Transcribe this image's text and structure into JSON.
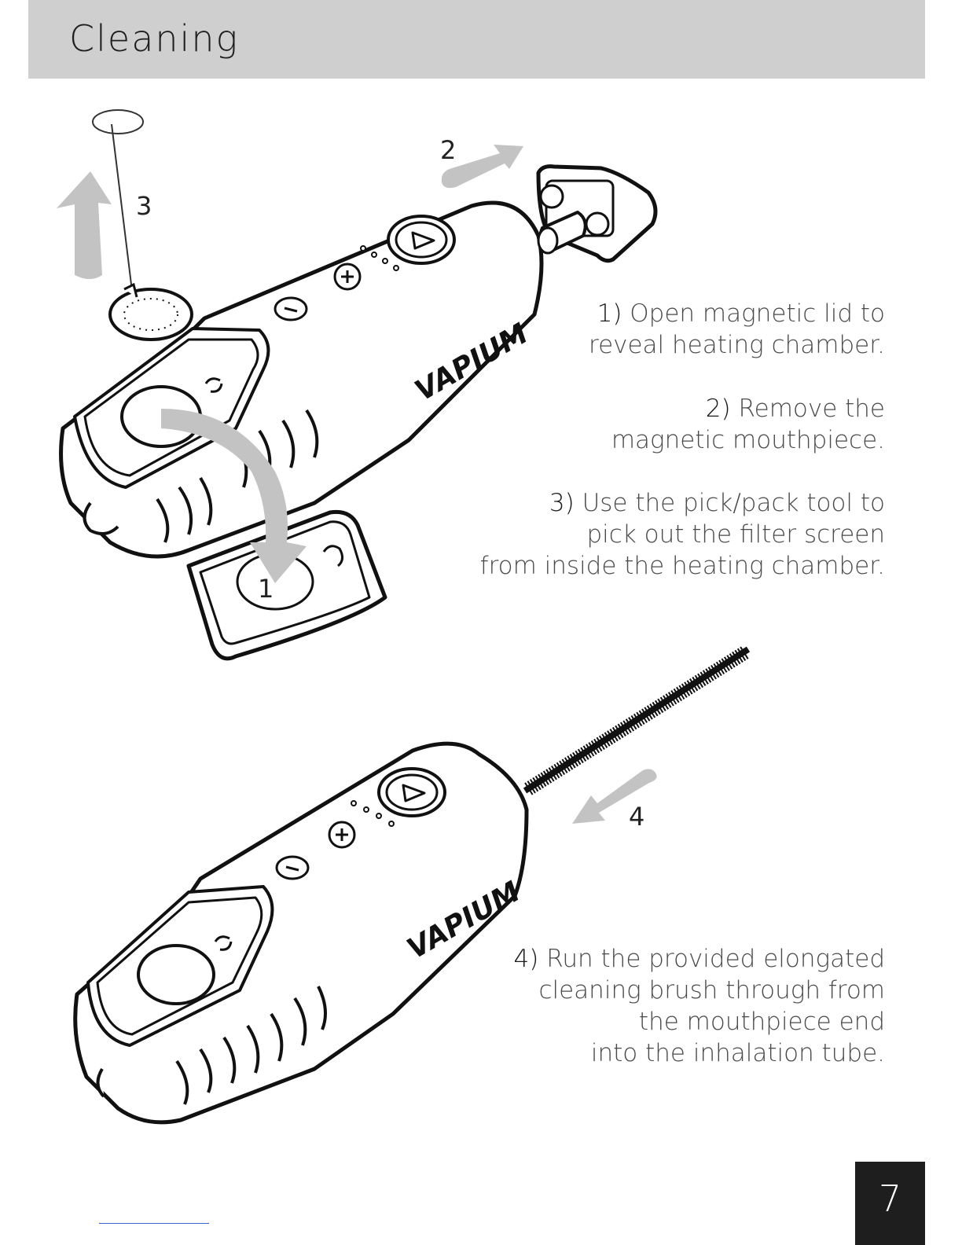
{
  "header": {
    "title": "Cleaning"
  },
  "brand": {
    "logo_text": "VAPIUM"
  },
  "callouts": {
    "step1": "1",
    "step2": "2",
    "step3": "3",
    "step4": "4"
  },
  "steps": {
    "s1": {
      "num": "1)",
      "line1": "Open magnetic lid to",
      "line2": "reveal heating chamber."
    },
    "s2": {
      "num": "2)",
      "line1": "Remove the",
      "line2": "magnetic mouthpiece."
    },
    "s3": {
      "num": "3)",
      "line1": "Use the pick/pack tool to",
      "line2": "pick out the filter screen",
      "line3": "from inside the heating chamber."
    },
    "s4": {
      "num": "4)",
      "line1": "Run the provided elongated",
      "line2": "cleaning brush through from",
      "line3": "the mouthpiece end",
      "line4": "into the inhalation tube."
    }
  },
  "footer": {
    "page_number": "7"
  }
}
